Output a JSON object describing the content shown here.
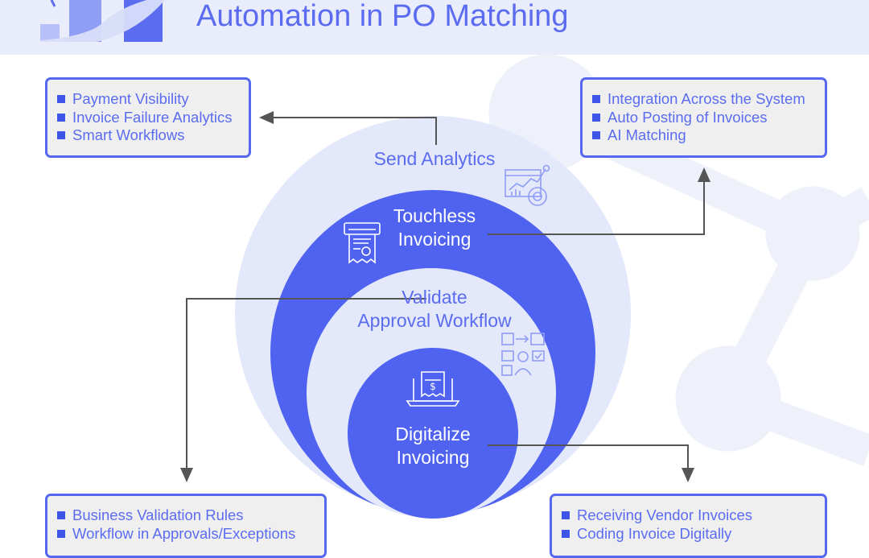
{
  "title": "Automation in PO Matching",
  "colors": {
    "accent": "#5b6cf0",
    "ring_outer": "#e4e8fb",
    "ring_dark": "#4f63f0",
    "box_border": "#5568f0",
    "box_fill": "#efefef"
  },
  "rings": {
    "send_analytics": "Send Analytics",
    "touchless_line1": "Touchless",
    "touchless_line2": "Invoicing",
    "validate_line1": "Validate",
    "validate_line2": "Approval Workflow",
    "digitalize_line1": "Digitalize",
    "digitalize_line2": "Invoicing"
  },
  "boxes": {
    "top_left": [
      "Payment Visibility",
      "Invoice Failure Analytics",
      "Smart Workflows"
    ],
    "top_right": [
      "Integration Across the System",
      "Auto Posting of Invoices",
      "AI Matching"
    ],
    "bottom_left": [
      "Business Validation Rules",
      "Workflow in Approvals/Exceptions"
    ],
    "bottom_right": [
      "Receiving Vendor Invoices",
      "Coding Invoice Digitally"
    ]
  },
  "icons": {
    "logo": "growth-chart-logo",
    "analytics": "analytics-dashboard-icon",
    "touchless": "receipt-printer-icon",
    "workflow": "workflow-network-icon",
    "digital": "laptop-invoice-icon"
  }
}
